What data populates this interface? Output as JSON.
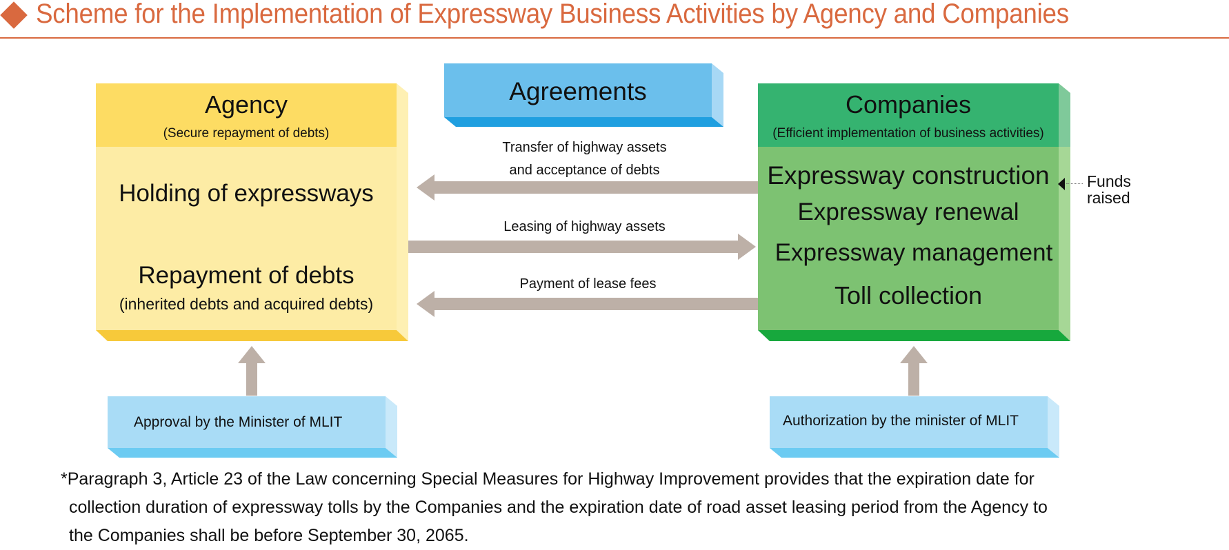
{
  "title": "Scheme for the Implementation of Expressway Business Activities by Agency and Companies",
  "colors": {
    "accent": "#d9693f",
    "agency_header": "#fddc63",
    "agency_body": "#fdeca5",
    "companies_header": "#35b370",
    "companies_body": "#7dc272",
    "agreements": "#6bbfec",
    "approval": "#a9dcf6",
    "arrow": "#bdb0a7"
  },
  "agreements": {
    "label": "Agreements"
  },
  "agency": {
    "title": "Agency",
    "subtitle": "(Secure repayment of debts)",
    "item1": "Holding of expressways",
    "item2": "Repayment of debts",
    "item2_note": "(inherited debts and acquired debts)"
  },
  "companies": {
    "title": "Companies",
    "subtitle": "(Efficient implementation of business activities)",
    "items": [
      "Expressway construction",
      "Expressway renewal",
      "Expressway management",
      "Toll collection"
    ]
  },
  "funds_raised": {
    "line1": "Funds",
    "line2": "raised"
  },
  "arrows": {
    "transfer_line1": "Transfer of highway assets",
    "transfer_line2": "and acceptance of debts",
    "leasing": "Leasing of highway assets",
    "payment": "Payment of lease fees"
  },
  "approval": {
    "label": "Approval by the Minister of MLIT"
  },
  "authorization": {
    "label": "Authorization by the minister of MLIT"
  },
  "footnote": {
    "line1": "*Paragraph 3, Article 23 of the Law concerning Special Measures for Highway Improvement provides that the expiration date for",
    "line2": "collection duration of expressway tolls by the Companies and the expiration date of road asset leasing period from the Agency to",
    "line3": "the Companies shall be before September 30, 2065."
  }
}
